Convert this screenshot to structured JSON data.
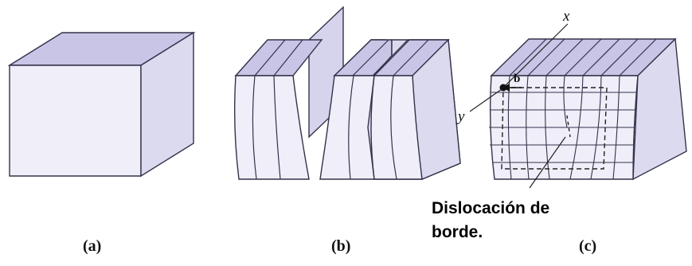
{
  "panels": [
    {
      "label": "(a)"
    },
    {
      "label": "(b)"
    },
    {
      "label": "(c)"
    }
  ],
  "panel_c": {
    "axis_x": "x",
    "axis_y": "y",
    "burgers_vector": "b",
    "caption_line1": "Dislocación de",
    "caption_line2": "borde."
  },
  "colors": {
    "top_face": "#c8c5e6",
    "front_face": "#efeef9",
    "side_face": "#dcdaef",
    "outline": "#33334a"
  }
}
